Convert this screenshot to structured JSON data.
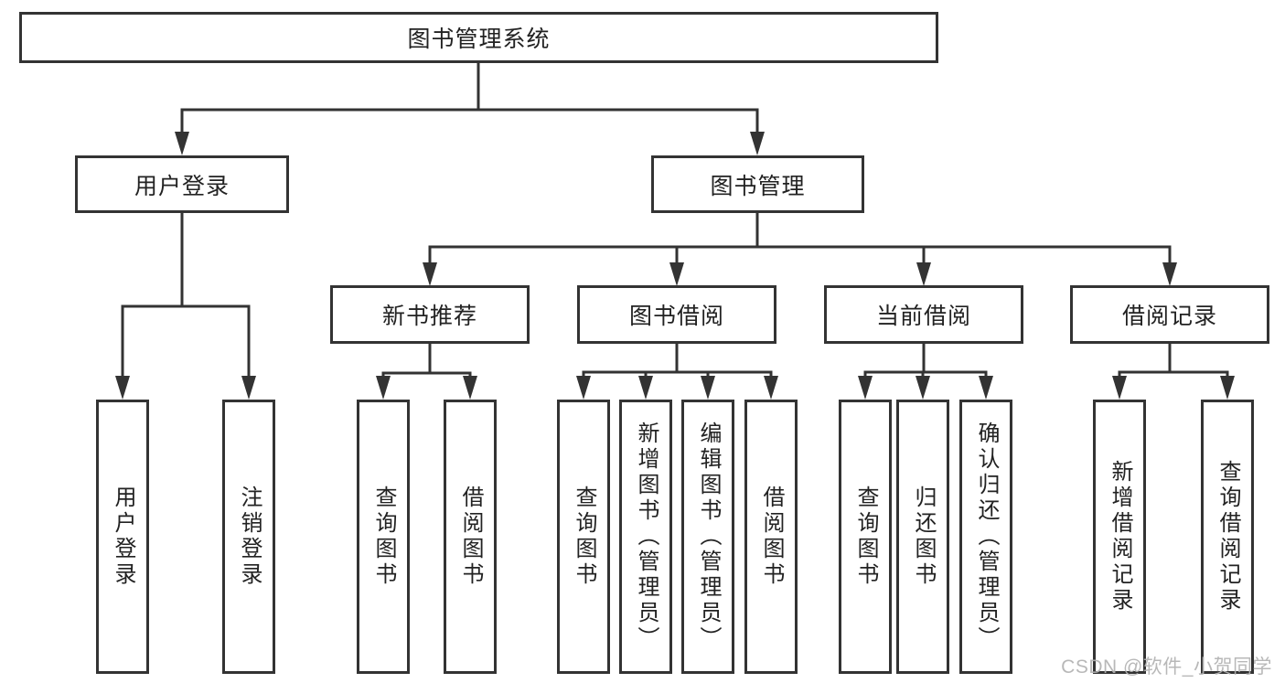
{
  "diagram_title": "图书管理系统",
  "nodes": {
    "root": "图书管理系统",
    "user_login": "用户登录",
    "book_mgmt": "图书管理",
    "new_books": "新书推荐",
    "book_borrow": "图书借阅",
    "current_borrow": "当前借阅",
    "borrow_records": "借阅记录",
    "leaf_user_login": "用户登录",
    "leaf_logout": "注销登录",
    "leaf_nb_query": "查询图书",
    "leaf_nb_borrow": "借阅图书",
    "leaf_bb_query": "查询图书",
    "leaf_bb_add": "新增图书（管理员）",
    "leaf_bb_edit": "编辑图书（管理员）",
    "leaf_bb_borrow": "借阅图书",
    "leaf_cb_query": "查询图书",
    "leaf_cb_return": "归还图书",
    "leaf_cb_confirm": "确认归还（管理员）",
    "leaf_br_add": "新增借阅记录",
    "leaf_br_query": "查询借阅记录"
  },
  "watermark": "CSDN @软件_小贺同学",
  "colors": {
    "line": "#333333",
    "text": "#222222",
    "watermark": "#b3b3b3",
    "background": "#ffffff"
  }
}
